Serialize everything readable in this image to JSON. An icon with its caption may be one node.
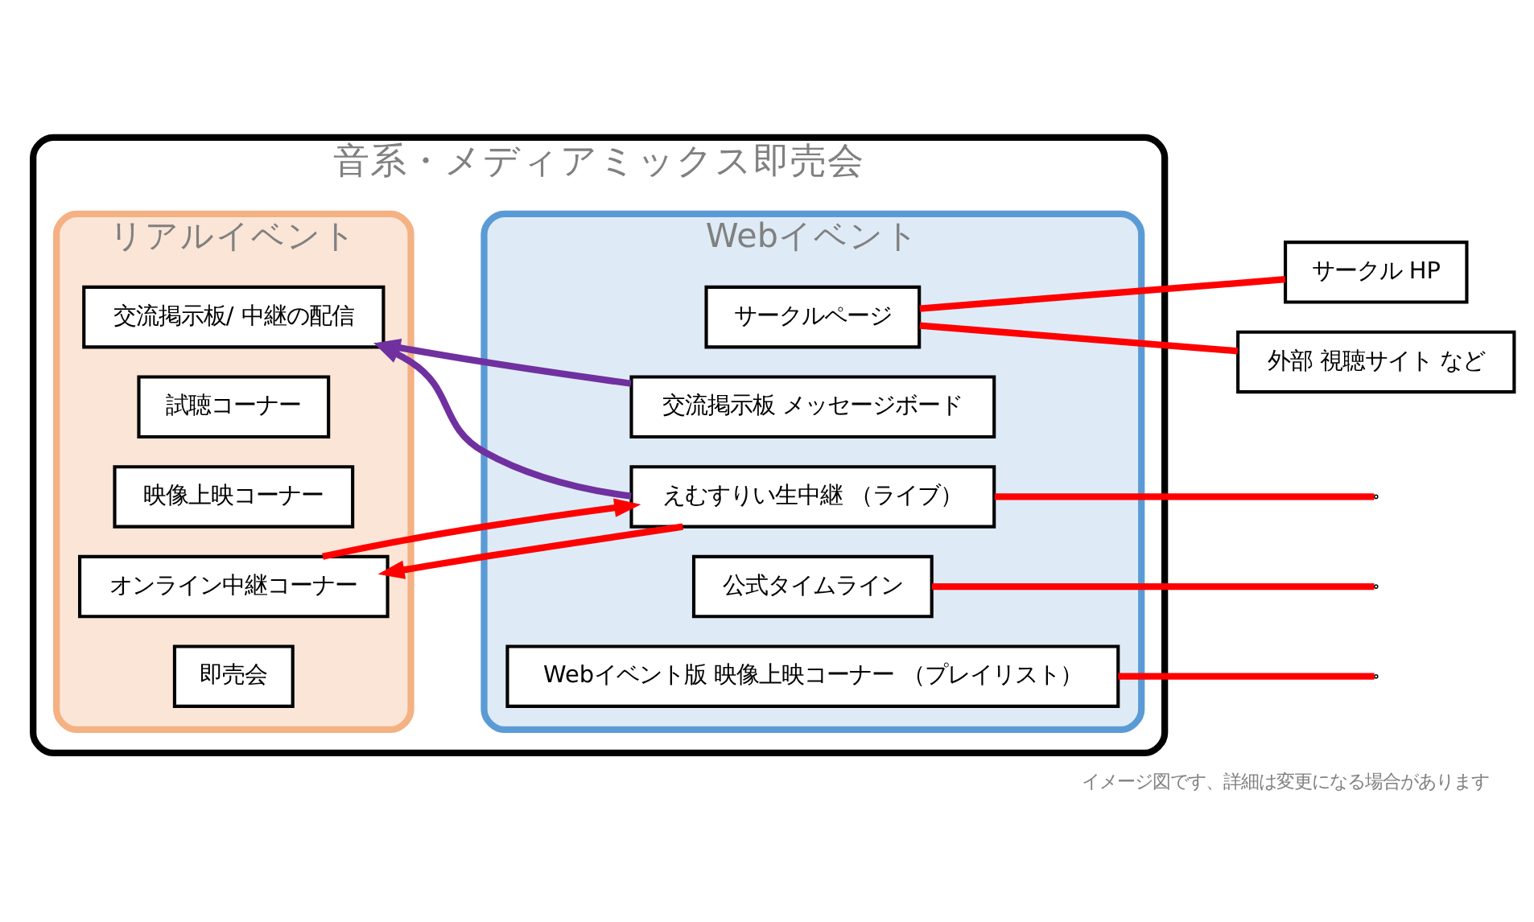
{
  "diagram": {
    "caption": "イメージ図です、詳細は変更になる場合があります",
    "nodes": [
      {
        "text": [
          "音系・メディアミックス即売会"
        ]
      },
      {
        "text": [
          "リアルイベント"
        ],
        "in": 0
      },
      {
        "text": [
          "Webイベント"
        ],
        "in": 0
      },
      {
        "text": [
          "即売会"
        ],
        "in": 1
      },
      {
        "text": [
          "オンライン中継コーナー"
        ],
        "in": 1
      },
      {
        "text": [
          "映像上映コーナー"
        ],
        "in": 1
      },
      {
        "text": [
          "試聴コーナー"
        ],
        "in": 1
      },
      {
        "text": [
          "交流掲示板/ 中継の配信"
        ],
        "in": 1
      },
      {
        "text": [
          "えむすりい生中継 （ライブ）"
        ],
        "in": 2
      },
      {
        "text": [
          "Webイベント版 映像上映コーナー （プレイリスト）"
        ],
        "in": 2
      },
      {
        "text": [
          "公式タイムライン"
        ],
        "in": 2
      },
      {
        "text": [
          "交流掲示板 メッセージボード"
        ],
        "in": 2
      },
      {
        "text": [
          "サークルページ"
        ],
        "in": 2
      },
      {
        "text": [
          "サークル HP"
        ]
      },
      {
        "text": [
          "外部 視聴サイト など"
        ]
      }
    ],
    "edges": [
      {
        "from": 4,
        "to": 8,
        "arrow": "to"
      },
      {
        "from": 8,
        "to": 4,
        "arrow": "to"
      },
      {
        "from": 8,
        "to": 7,
        "arrow": "to",
        "color": "#7030a0"
      },
      {
        "from": 11,
        "to": 7,
        "arrow": "to",
        "color": "#7030a0"
      },
      {
        "from": 8,
        "to": null,
        "arrow": "none"
      },
      {
        "from": 9,
        "to": null,
        "arrow": "none"
      },
      {
        "from": 10,
        "to": null,
        "arrow": "none"
      },
      {
        "from": 12,
        "to": 13,
        "arrow": "none"
      },
      {
        "from": 12,
        "to": 14,
        "arrow": "none"
      }
    ]
  }
}
